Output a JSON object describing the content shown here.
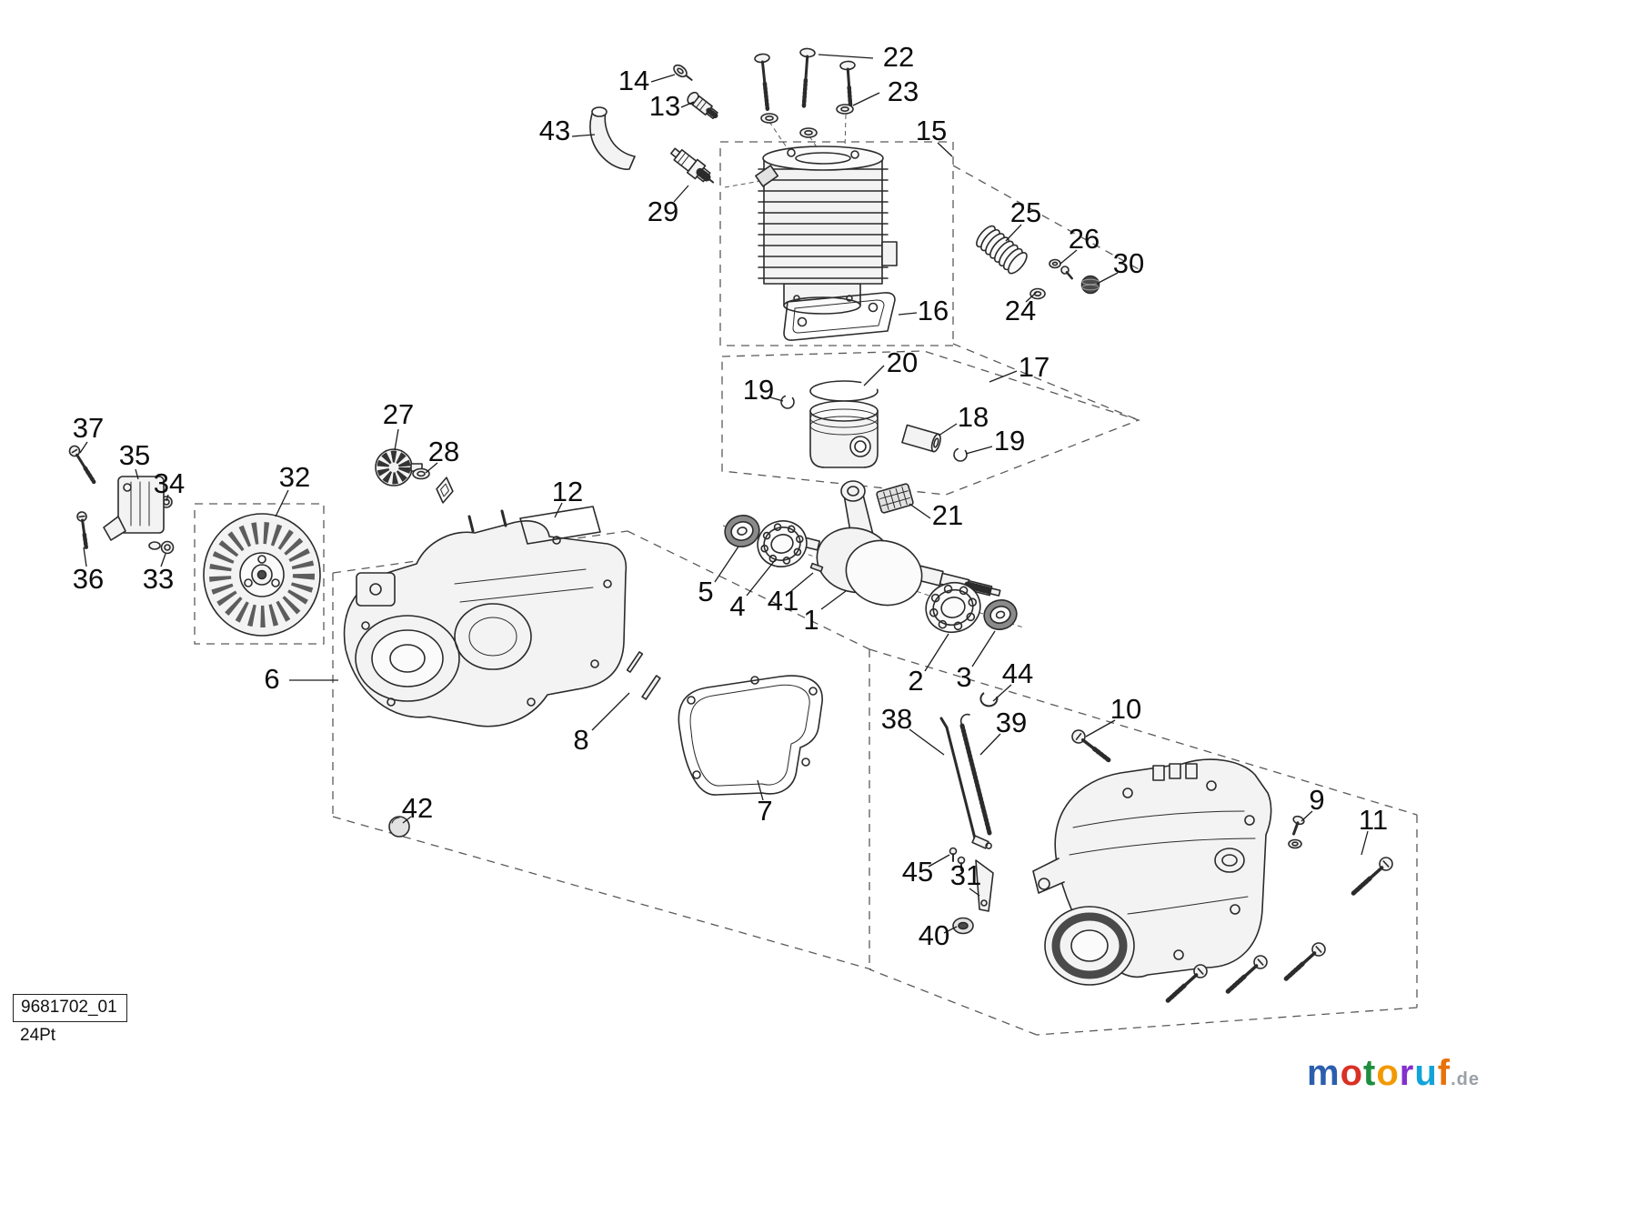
{
  "callouts": [
    {
      "id": "22",
      "label": "22"
    },
    {
      "id": "23",
      "label": "23"
    },
    {
      "id": "14",
      "label": "14"
    },
    {
      "id": "13",
      "label": "13"
    },
    {
      "id": "15",
      "label": "15"
    },
    {
      "id": "43",
      "label": "43"
    },
    {
      "id": "29",
      "label": "29"
    },
    {
      "id": "25",
      "label": "25"
    },
    {
      "id": "26",
      "label": "26"
    },
    {
      "id": "30",
      "label": "30"
    },
    {
      "id": "24",
      "label": "24"
    },
    {
      "id": "16",
      "label": "16"
    },
    {
      "id": "20",
      "label": "20"
    },
    {
      "id": "17",
      "label": "17"
    },
    {
      "id": "19a",
      "label": "19"
    },
    {
      "id": "18",
      "label": "18"
    },
    {
      "id": "19b",
      "label": "19"
    },
    {
      "id": "27",
      "label": "27"
    },
    {
      "id": "37",
      "label": "37"
    },
    {
      "id": "35",
      "label": "35"
    },
    {
      "id": "28",
      "label": "28"
    },
    {
      "id": "34",
      "label": "34"
    },
    {
      "id": "32",
      "label": "32"
    },
    {
      "id": "12",
      "label": "12"
    },
    {
      "id": "21",
      "label": "21"
    },
    {
      "id": "36",
      "label": "36"
    },
    {
      "id": "33",
      "label": "33"
    },
    {
      "id": "5",
      "label": "5"
    },
    {
      "id": "4",
      "label": "4"
    },
    {
      "id": "41",
      "label": "41"
    },
    {
      "id": "1",
      "label": "1"
    },
    {
      "id": "6",
      "label": "6"
    },
    {
      "id": "2",
      "label": "2"
    },
    {
      "id": "3",
      "label": "3"
    },
    {
      "id": "44",
      "label": "44"
    },
    {
      "id": "10",
      "label": "10"
    },
    {
      "id": "38",
      "label": "38"
    },
    {
      "id": "39",
      "label": "39"
    },
    {
      "id": "8",
      "label": "8"
    },
    {
      "id": "7",
      "label": "7"
    },
    {
      "id": "9",
      "label": "9"
    },
    {
      "id": "11",
      "label": "11"
    },
    {
      "id": "42",
      "label": "42"
    },
    {
      "id": "45",
      "label": "45"
    },
    {
      "id": "31",
      "label": "31"
    },
    {
      "id": "40",
      "label": "40"
    }
  ],
  "footer": {
    "doc_code": "9681702_01",
    "type_code": "24Pt"
  },
  "watermark": {
    "letters": [
      {
        "char": "m",
        "css": "color:#2b5fad"
      },
      {
        "char": "o",
        "css": "color:#d93025"
      },
      {
        "char": "t",
        "css": "color:#1e8e3e"
      },
      {
        "char": "o",
        "css": "color:#f29900"
      },
      {
        "char": "r",
        "css": "color:#8430ce"
      },
      {
        "char": "u",
        "css": "color:#12a4d9"
      },
      {
        "char": "f",
        "css": "color:#e8710a"
      }
    ],
    "tld": ".de",
    "tld_css": "color:#9aa0a6"
  }
}
